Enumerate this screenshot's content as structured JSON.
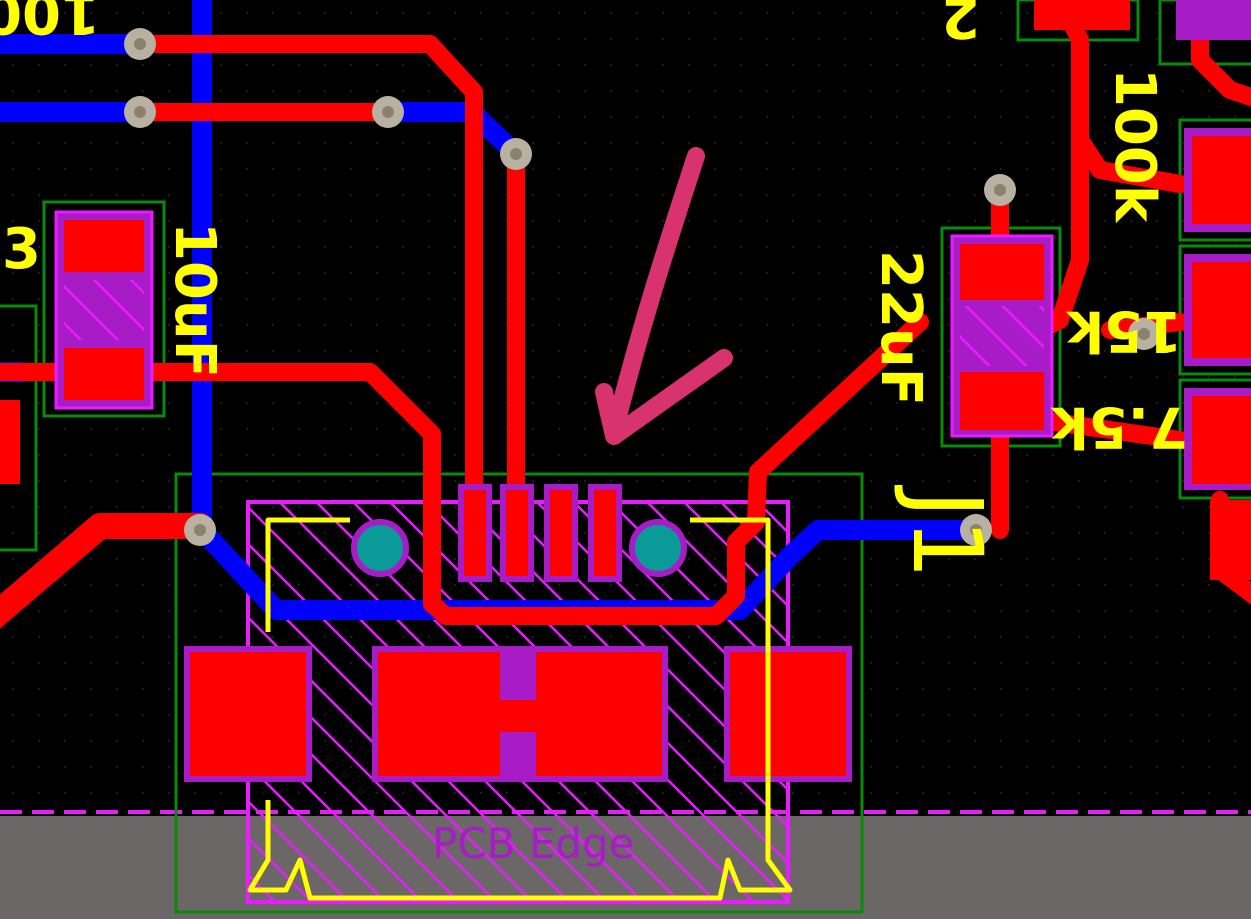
{
  "board": {
    "background": "#000000",
    "colors": {
      "top_copper": "#ff0000",
      "bottom_copper": "#0000ff",
      "silkscreen": "#ffff00",
      "courtyard": "#008000",
      "keepout": "#e81cff",
      "via": "#b8b0a0",
      "npth": "#0a9a9a",
      "edge_area": "#6b6767",
      "annotation": "#d8336e"
    }
  },
  "labels": {
    "res_100_top": "100",
    "cap_10uf": "10uF",
    "ref_3": "3",
    "cap_22uf": "22uF",
    "res_100k": "100k",
    "res_15k": "15k",
    "res_7_5k": "7.5k",
    "connector_ref": "J1",
    "ref_2": "2",
    "pcb_edge": "PCB Edge"
  },
  "annotation": {
    "icon": "hand-drawn-arrow-icon"
  }
}
